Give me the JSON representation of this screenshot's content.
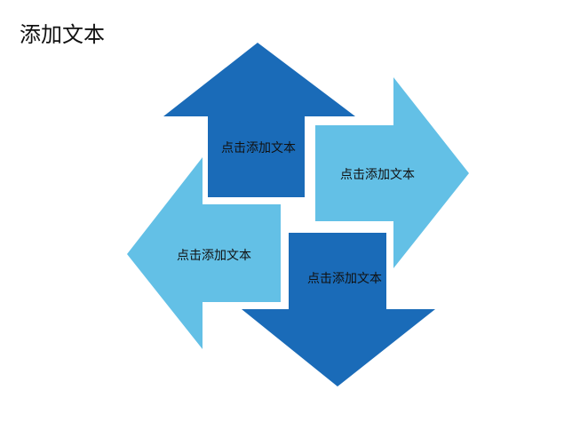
{
  "slide": {
    "title": "添加文本"
  },
  "diagram": {
    "arrows": [
      {
        "direction": "up",
        "label": "点击添加文本",
        "color": "#1a6bb8"
      },
      {
        "direction": "right",
        "label": "点击添加文本",
        "color": "#63c0e6"
      },
      {
        "direction": "left",
        "label": "点击添加文本",
        "color": "#63c0e6"
      },
      {
        "direction": "down",
        "label": "点击添加文本",
        "color": "#1a6bb8"
      }
    ]
  }
}
